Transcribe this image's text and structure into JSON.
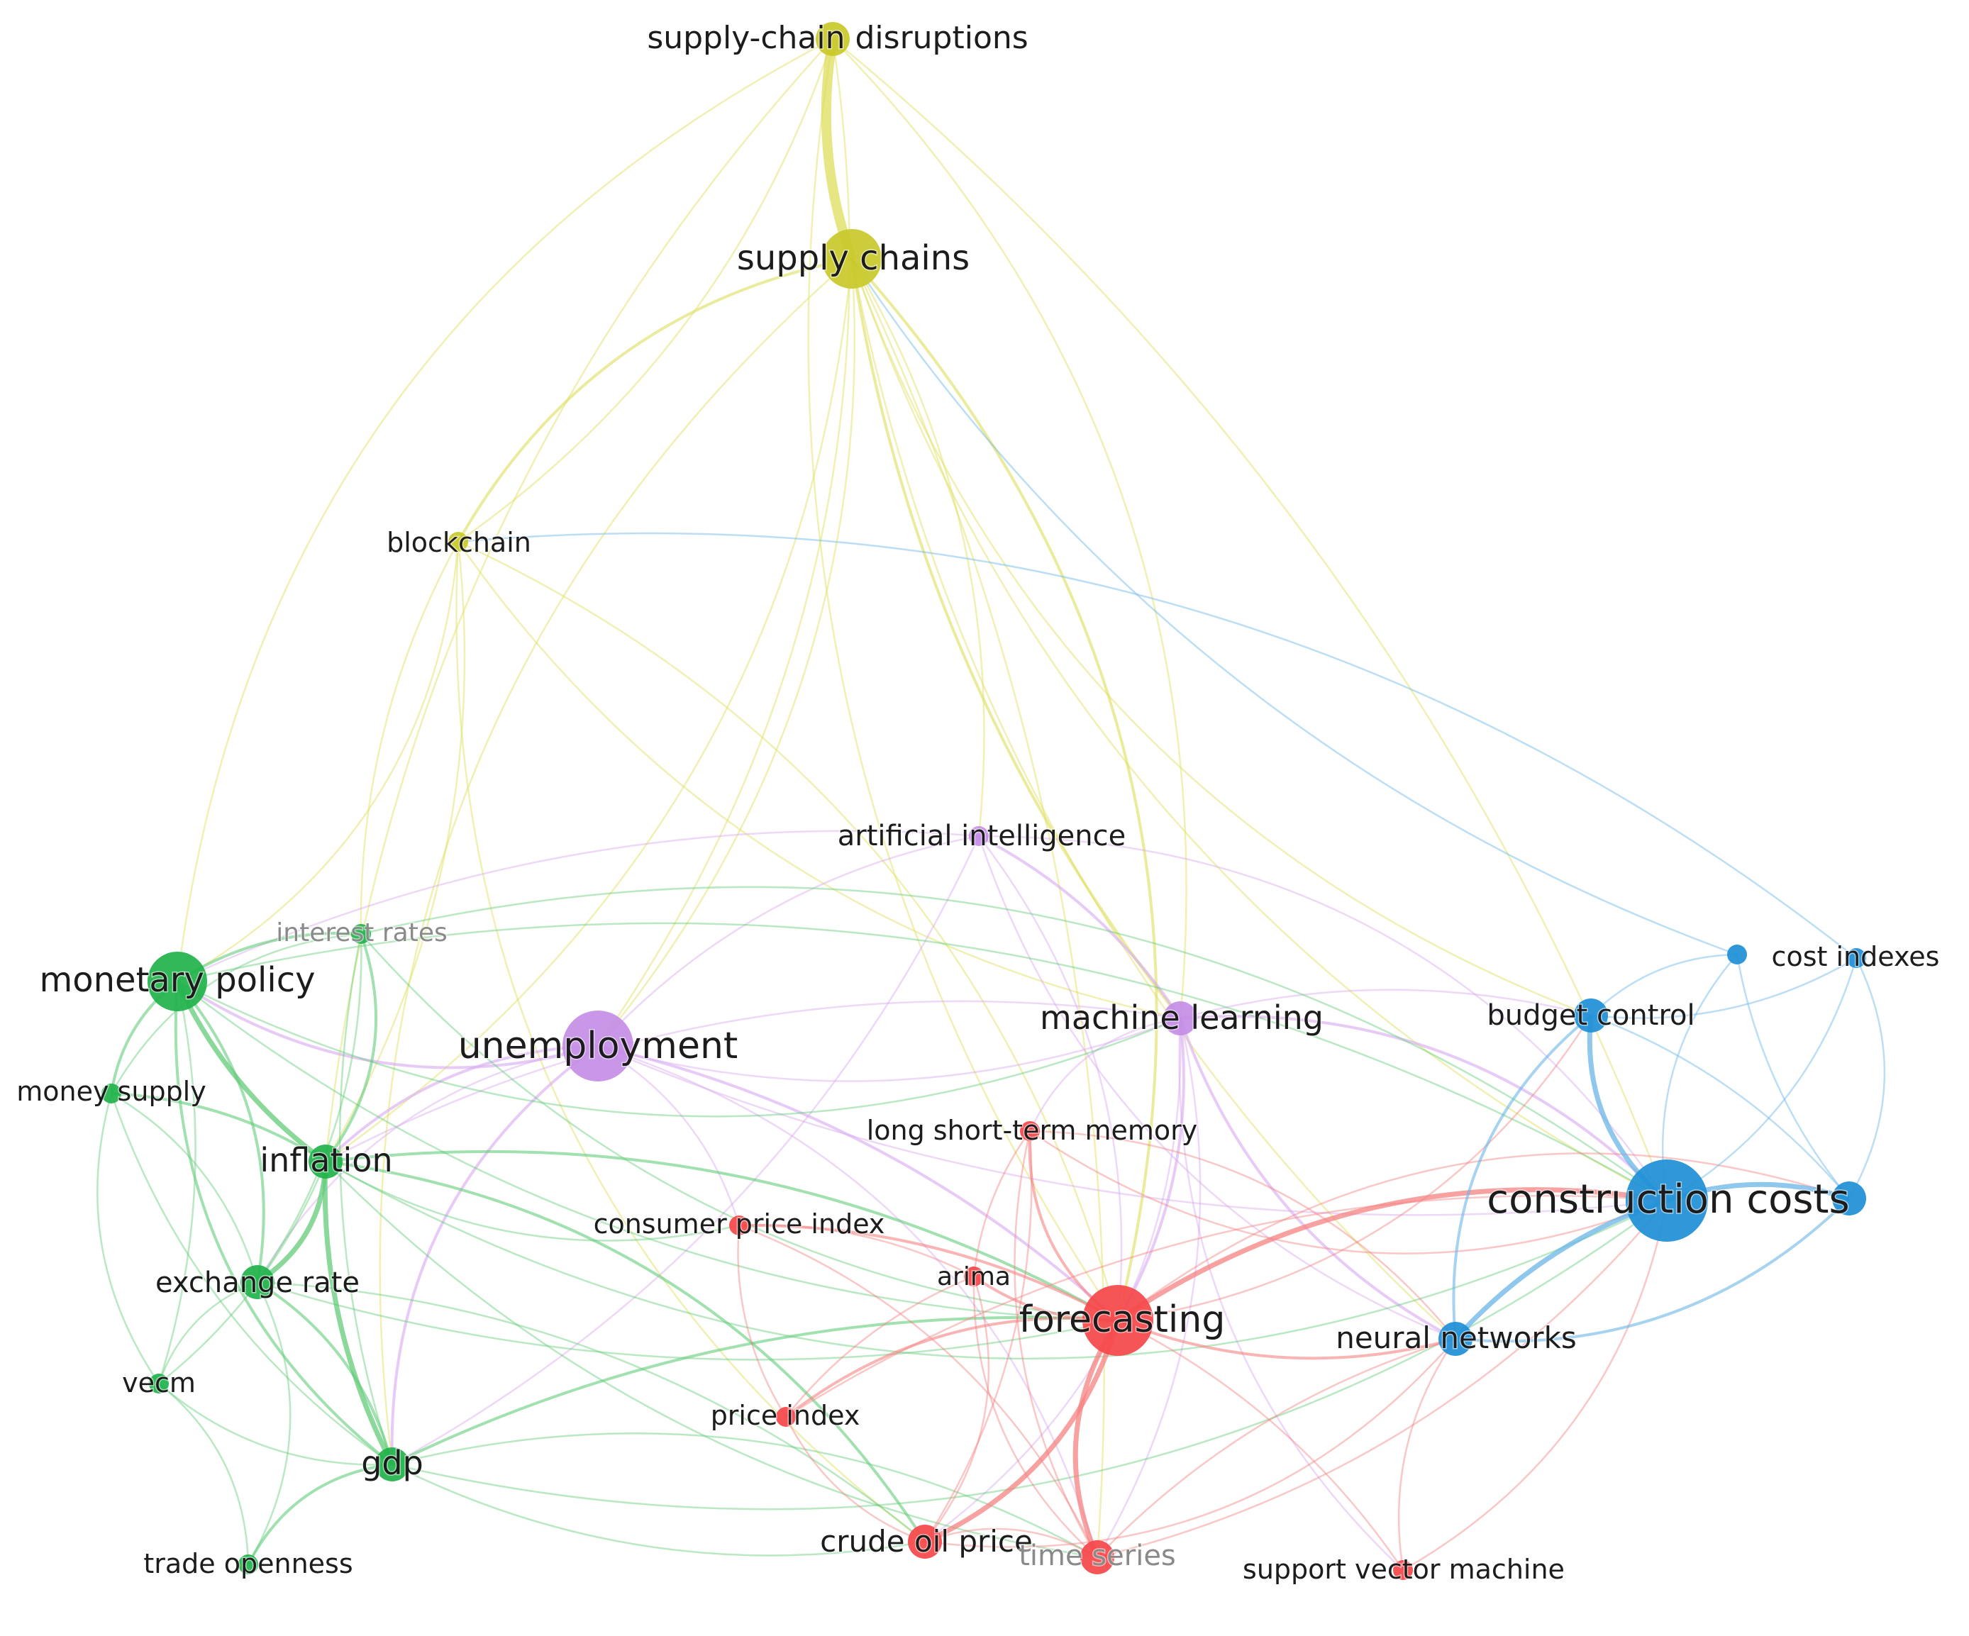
{
  "clusters": {
    "yellow": "#c9c92a",
    "green": "#21b24b",
    "purple": "#c48de6",
    "red": "#f5474a",
    "blue": "#1e8fd6"
  },
  "edge_colors": {
    "yellow": "#dede5c",
    "green": "#63cc7a",
    "purple": "#d7a8f0",
    "red": "#f58282",
    "blue": "#6ab6e6"
  },
  "nodes": [
    {
      "id": "supply_chain_disruptions",
      "label": "supply-chain disruptions",
      "cluster": "yellow",
      "weight": 2
    },
    {
      "id": "supply_chains",
      "label": "supply chains",
      "cluster": "yellow",
      "weight": 3
    },
    {
      "id": "blockchain",
      "label": "blockchain",
      "cluster": "yellow",
      "weight": 1
    },
    {
      "id": "artificial_intelligence",
      "label": "artificial intelligence",
      "cluster": "purple",
      "weight": 1
    },
    {
      "id": "unemployment",
      "label": "unemployment",
      "cluster": "purple",
      "weight": 4
    },
    {
      "id": "machine_learning",
      "label": "machine learning",
      "cluster": "purple",
      "weight": 2
    },
    {
      "id": "monetary_policy",
      "label": "monetary policy",
      "cluster": "green",
      "weight": 3
    },
    {
      "id": "interest_rates",
      "label": "interest rates",
      "cluster": "green",
      "weight": 1
    },
    {
      "id": "money_supply",
      "label": "money supply",
      "cluster": "green",
      "weight": 1
    },
    {
      "id": "inflation",
      "label": "inflation",
      "cluster": "green",
      "weight": 2
    },
    {
      "id": "exchange_rate",
      "label": "exchange rate",
      "cluster": "green",
      "weight": 2
    },
    {
      "id": "vecm",
      "label": "vecm",
      "cluster": "green",
      "weight": 1
    },
    {
      "id": "gdp",
      "label": "gdp",
      "cluster": "green",
      "weight": 2
    },
    {
      "id": "trade_openness",
      "label": "trade openness",
      "cluster": "green",
      "weight": 1
    },
    {
      "id": "long_short_term_memory",
      "label": "long short-term memory",
      "cluster": "red",
      "weight": 1
    },
    {
      "id": "consumer_price_index",
      "label": "consumer price index",
      "cluster": "red",
      "weight": 1
    },
    {
      "id": "arima",
      "label": "arima",
      "cluster": "red",
      "weight": 1
    },
    {
      "id": "forecasting",
      "label": "forecasting",
      "cluster": "red",
      "weight": 4
    },
    {
      "id": "price_index",
      "label": "price index",
      "cluster": "red",
      "weight": 1
    },
    {
      "id": "crude_oil_price",
      "label": "crude oil price",
      "cluster": "red",
      "weight": 2
    },
    {
      "id": "time_series",
      "label": "time series",
      "cluster": "red",
      "weight": 2
    },
    {
      "id": "support_vector_machine",
      "label": "support vector machine",
      "cluster": "red",
      "weight": 1
    },
    {
      "id": "budget_control",
      "label": "budget control",
      "cluster": "blue",
      "weight": 2
    },
    {
      "id": "cost_indexes",
      "label": "cost indexes",
      "cluster": "blue",
      "weight": 1
    },
    {
      "id": "construction_costs",
      "label": "construction costs",
      "cluster": "blue",
      "weight": 5
    },
    {
      "id": "neural_networks",
      "label": "neural networks",
      "cluster": "blue",
      "weight": 2
    },
    {
      "id": "estimating",
      "label": "",
      "cluster": "blue",
      "weight": 2
    },
    {
      "id": "blue_small",
      "label": "",
      "cluster": "blue",
      "weight": 1
    }
  ],
  "edges": [
    [
      "supply_chain_disruptions",
      "supply_chains",
      4
    ],
    [
      "supply_chain_disruptions",
      "blockchain",
      1
    ],
    [
      "supply_chain_disruptions",
      "forecasting",
      1
    ],
    [
      "supply_chain_disruptions",
      "machine_learning",
      1
    ],
    [
      "supply_chain_disruptions",
      "monetary_policy",
      1
    ],
    [
      "supply_chain_disruptions",
      "construction_costs",
      1
    ],
    [
      "supply_chain_disruptions",
      "inflation",
      1
    ],
    [
      "supply_chain_disruptions",
      "unemployment",
      1
    ],
    [
      "supply_chains",
      "blockchain",
      2
    ],
    [
      "supply_chains",
      "forecasting",
      2
    ],
    [
      "supply_chains",
      "machine_learning",
      2
    ],
    [
      "supply_chains",
      "artificial_intelligence",
      1
    ],
    [
      "supply_chains",
      "construction_costs",
      1
    ],
    [
      "supply_chains",
      "inflation",
      1
    ],
    [
      "supply_chains",
      "gdp",
      1
    ],
    [
      "supply_chains",
      "time_series",
      1
    ],
    [
      "supply_chains",
      "neural_networks",
      1
    ],
    [
      "supply_chains",
      "unemployment",
      1
    ],
    [
      "supply_chains",
      "budget_control",
      1
    ],
    [
      "blockchain",
      "monetary_policy",
      1
    ],
    [
      "blockchain",
      "interest_rates",
      1
    ],
    [
      "blockchain",
      "inflation",
      1
    ],
    [
      "blockchain",
      "machine_learning",
      1
    ],
    [
      "blockchain",
      "forecasting",
      1
    ],
    [
      "blockchain",
      "crude_oil_price",
      1
    ],
    [
      "artificial_intelligence",
      "machine_learning",
      2
    ],
    [
      "artificial_intelligence",
      "unemployment",
      1
    ],
    [
      "artificial_intelligence",
      "forecasting",
      1
    ],
    [
      "artificial_intelligence",
      "neural_networks",
      1
    ],
    [
      "artificial_intelligence",
      "construction_costs",
      1
    ],
    [
      "artificial_intelligence",
      "monetary_policy",
      1
    ],
    [
      "artificial_intelligence",
      "gdp",
      1
    ],
    [
      "unemployment",
      "inflation",
      2
    ],
    [
      "unemployment",
      "monetary_policy",
      2
    ],
    [
      "unemployment",
      "gdp",
      2
    ],
    [
      "unemployment",
      "forecasting",
      2
    ],
    [
      "unemployment",
      "machine_learning",
      1
    ],
    [
      "unemployment",
      "consumer_price_index",
      1
    ],
    [
      "unemployment",
      "exchange_rate",
      1
    ],
    [
      "unemployment",
      "time_series",
      1
    ],
    [
      "unemployment",
      "construction_costs",
      1
    ],
    [
      "machine_learning",
      "forecasting",
      2
    ],
    [
      "machine_learning",
      "neural_networks",
      2
    ],
    [
      "machine_learning",
      "construction_costs",
      2
    ],
    [
      "machine_learning",
      "long_short_term_memory",
      1
    ],
    [
      "machine_learning",
      "budget_control",
      1
    ],
    [
      "machine_learning",
      "inflation",
      1
    ],
    [
      "machine_learning",
      "time_series",
      1
    ],
    [
      "machine_learning",
      "support_vector_machine",
      1
    ],
    [
      "machine_learning",
      "crude_oil_price",
      1
    ],
    [
      "monetary_policy",
      "inflation",
      3
    ],
    [
      "monetary_policy",
      "interest_rates",
      2
    ],
    [
      "monetary_policy",
      "money_supply",
      2
    ],
    [
      "monetary_policy",
      "exchange_rate",
      2
    ],
    [
      "monetary_policy",
      "gdp",
      2
    ],
    [
      "monetary_policy",
      "vecm",
      1
    ],
    [
      "monetary_policy",
      "forecasting",
      1
    ],
    [
      "monetary_policy",
      "construction_costs",
      1
    ],
    [
      "monetary_policy",
      "machine_learning",
      1
    ],
    [
      "interest_rates",
      "inflation",
      2
    ],
    [
      "interest_rates",
      "gdp",
      1
    ],
    [
      "interest_rates",
      "exchange_rate",
      1
    ],
    [
      "interest_rates",
      "forecasting",
      1
    ],
    [
      "interest_rates",
      "construction_costs",
      1
    ],
    [
      "interest_rates",
      "money_supply",
      1
    ],
    [
      "money_supply",
      "inflation",
      2
    ],
    [
      "money_supply",
      "gdp",
      1
    ],
    [
      "money_supply",
      "exchange_rate",
      1
    ],
    [
      "money_supply",
      "vecm",
      1
    ],
    [
      "inflation",
      "exchange_rate",
      3
    ],
    [
      "inflation",
      "gdp",
      3
    ],
    [
      "inflation",
      "forecasting",
      2
    ],
    [
      "inflation",
      "consumer_price_index",
      1
    ],
    [
      "inflation",
      "crude_oil_price",
      2
    ],
    [
      "inflation",
      "construction_costs",
      1
    ],
    [
      "inflation",
      "vecm",
      1
    ],
    [
      "inflation",
      "time_series",
      1
    ],
    [
      "exchange_rate",
      "gdp",
      2
    ],
    [
      "exchange_rate",
      "vecm",
      1
    ],
    [
      "exchange_rate",
      "trade_openness",
      1
    ],
    [
      "exchange_rate",
      "forecasting",
      1
    ],
    [
      "exchange_rate",
      "crude_oil_price",
      1
    ],
    [
      "vecm",
      "gdp",
      1
    ],
    [
      "vecm",
      "trade_openness",
      1
    ],
    [
      "gdp",
      "trade_openness",
      2
    ],
    [
      "gdp",
      "forecasting",
      2
    ],
    [
      "gdp",
      "crude_oil_price",
      1
    ],
    [
      "gdp",
      "time_series",
      1
    ],
    [
      "gdp",
      "construction_costs",
      1
    ],
    [
      "forecasting",
      "long_short_term_memory",
      2
    ],
    [
      "forecasting",
      "consumer_price_index",
      2
    ],
    [
      "forecasting",
      "arima",
      2
    ],
    [
      "forecasting",
      "price_index",
      2
    ],
    [
      "forecasting",
      "crude_oil_price",
      3
    ],
    [
      "forecasting",
      "time_series",
      3
    ],
    [
      "forecasting",
      "support_vector_machine",
      1
    ],
    [
      "forecasting",
      "neural_networks",
      2
    ],
    [
      "forecasting",
      "construction_costs",
      3
    ],
    [
      "forecasting",
      "budget_control",
      1
    ],
    [
      "forecasting",
      "estimating",
      1
    ],
    [
      "long_short_term_memory",
      "arima",
      1
    ],
    [
      "long_short_term_memory",
      "crude_oil_price",
      1
    ],
    [
      "long_short_term_memory",
      "time_series",
      1
    ],
    [
      "long_short_term_memory",
      "neural_networks",
      1
    ],
    [
      "long_short_term_memory",
      "construction_costs",
      1
    ],
    [
      "consumer_price_index",
      "arima",
      1
    ],
    [
      "consumer_price_index",
      "price_index",
      1
    ],
    [
      "consumer_price_index",
      "time_series",
      1
    ],
    [
      "arima",
      "time_series",
      1
    ],
    [
      "arima",
      "crude_oil_price",
      1
    ],
    [
      "arima",
      "price_index",
      1
    ],
    [
      "price_index",
      "construction_costs",
      1
    ],
    [
      "price_index",
      "crude_oil_price",
      1
    ],
    [
      "crude_oil_price",
      "time_series",
      1
    ],
    [
      "crude_oil_price",
      "neural_networks",
      1
    ],
    [
      "time_series",
      "neural_networks",
      1
    ],
    [
      "time_series",
      "construction_costs",
      1
    ],
    [
      "support_vector_machine",
      "neural_networks",
      1
    ],
    [
      "support_vector_machine",
      "construction_costs",
      1
    ],
    [
      "construction_costs",
      "budget_control",
      3
    ],
    [
      "construction_costs",
      "neural_networks",
      3
    ],
    [
      "construction_costs",
      "estimating",
      3
    ],
    [
      "construction_costs",
      "cost_indexes",
      1
    ],
    [
      "construction_costs",
      "blue_small",
      1
    ],
    [
      "budget_control",
      "neural_networks",
      2
    ],
    [
      "budget_control",
      "estimating",
      1
    ],
    [
      "budget_control",
      "cost_indexes",
      1
    ],
    [
      "budget_control",
      "blue_small",
      1
    ],
    [
      "neural_networks",
      "estimating",
      2
    ],
    [
      "cost_indexes",
      "estimating",
      1
    ],
    [
      "blue_small",
      "estimating",
      1
    ],
    [
      "blue_small",
      "supply_chains",
      1
    ],
    [
      "cost_indexes",
      "blockchain",
      1
    ]
  ]
}
